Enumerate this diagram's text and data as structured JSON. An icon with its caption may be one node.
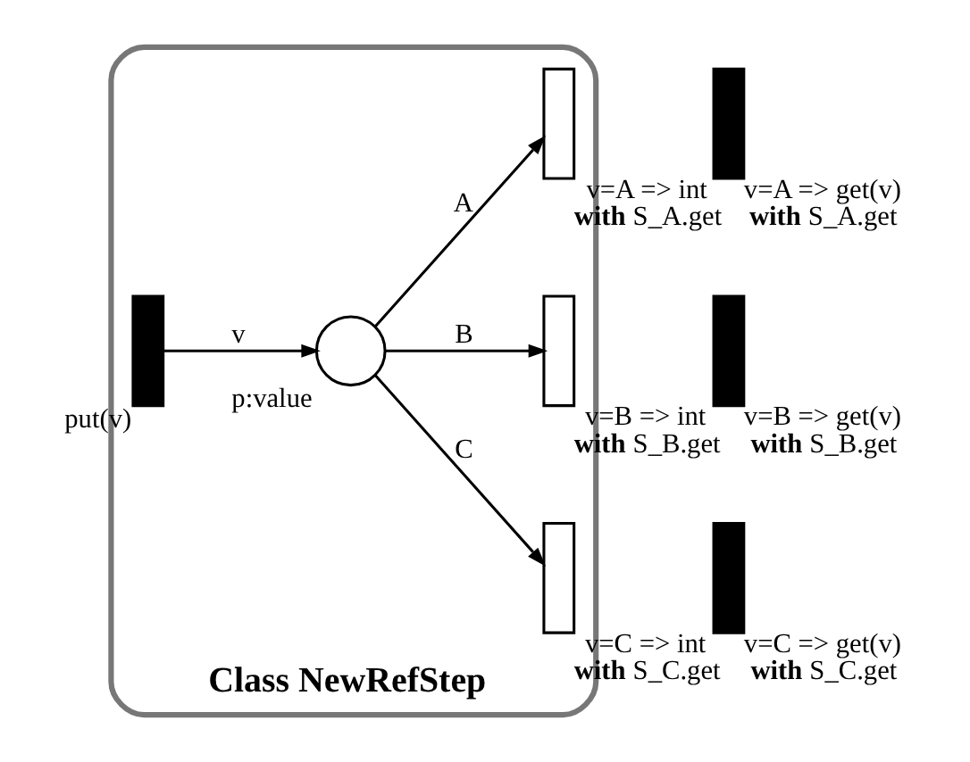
{
  "diagram": {
    "nodes": [
      {
        "text": [
          "Class NewRefStep"
        ]
      },
      {
        "text": [],
        "shape": "bar",
        "in": 0,
        "beside": [
          "put(v)"
        ]
      },
      {
        "text": [],
        "shape": "circle",
        "in": 0,
        "beside": [
          "p:value"
        ]
      },
      {
        "text": [],
        "shape": "box",
        "in": 0,
        "beside": [
          "v=A => int **with** S_A.get"
        ]
      },
      {
        "text": [],
        "shape": "box",
        "in": 0,
        "beside": [
          "v=B => int **with** S_B.get"
        ]
      },
      {
        "text": [],
        "shape": "box",
        "in": 0,
        "beside": [
          "v=C => int **with** S_C.get"
        ]
      },
      {
        "text": [],
        "shape": "bar",
        "beside": [
          "v=A => get(v) **with** S_A.get"
        ]
      },
      {
        "text": [],
        "shape": "bar",
        "beside": [
          "v=B => get(v) **with** S_B.get"
        ]
      },
      {
        "text": [],
        "shape": "bar",
        "beside": [
          "v=C => get(v) **with** S_C.get"
        ]
      }
    ],
    "edges": [
      {
        "from": 1,
        "to": 2,
        "arrow": "to",
        "label": "v"
      },
      {
        "from": 2,
        "to": 3,
        "arrow": "to",
        "label": "A"
      },
      {
        "from": 2,
        "to": 4,
        "arrow": "to",
        "label": "B"
      },
      {
        "from": 2,
        "to": 5,
        "arrow": "to",
        "label": "C"
      }
    ]
  }
}
